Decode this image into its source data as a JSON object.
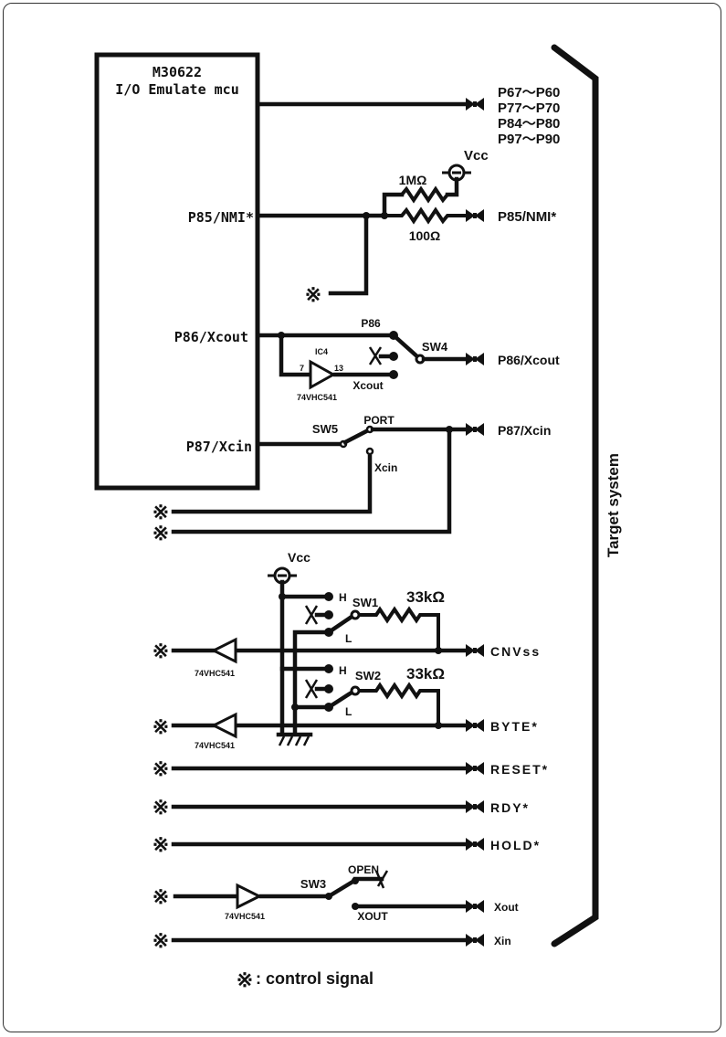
{
  "diagram": {
    "mcu": {
      "title_line1": "M30622",
      "title_line2": "I/O Emulate mcu",
      "pins": {
        "p85": "P85/NMI*",
        "p86": "P86/Xcout",
        "p87": "P87/Xcin"
      }
    },
    "port_group": [
      "P67～P60",
      "P77～P70",
      "P84～P80",
      "P97～P90"
    ],
    "nmi_section": {
      "vcc_label": "Vcc",
      "pullup_resistor": "1MΩ",
      "series_resistor": "100Ω",
      "target_pin": "P85/NMI*"
    },
    "sw4_section": {
      "switch_label": "SW4",
      "pos_p86": "P86",
      "ic_label": "IC4",
      "ic_pin_in": "7",
      "ic_pin_out": "13",
      "ic_part": "74VHC541",
      "pos_xcout": "Xcout",
      "target_pin": "P86/Xcout"
    },
    "sw5_section": {
      "switch_label": "SW5",
      "pos_port": "PORT",
      "pos_xcin": "Xcin",
      "target_pin": "P87/Xcin"
    },
    "cnvss_section": {
      "vcc_label": "Vcc",
      "sw1_label": "SW1",
      "sw2_label": "SW2",
      "resistor1": "33kΩ",
      "resistor2": "33kΩ",
      "pos_h": "H",
      "pos_l": "L",
      "buffer_part": "74VHC541",
      "target_cnvss": "CNVss",
      "target_byte": "BYTE*"
    },
    "direct_signals": [
      "RESET*",
      "RDY*",
      "HOLD*"
    ],
    "sw3_section": {
      "switch_label": "SW3",
      "pos_open": "OPEN",
      "pos_xout": "XOUT",
      "buffer_part": "74VHC541",
      "target_xout": "Xout",
      "target_xin": "Xin"
    },
    "control_symbol": "※",
    "target_system_label": "Target system",
    "legend": ": control signal"
  }
}
